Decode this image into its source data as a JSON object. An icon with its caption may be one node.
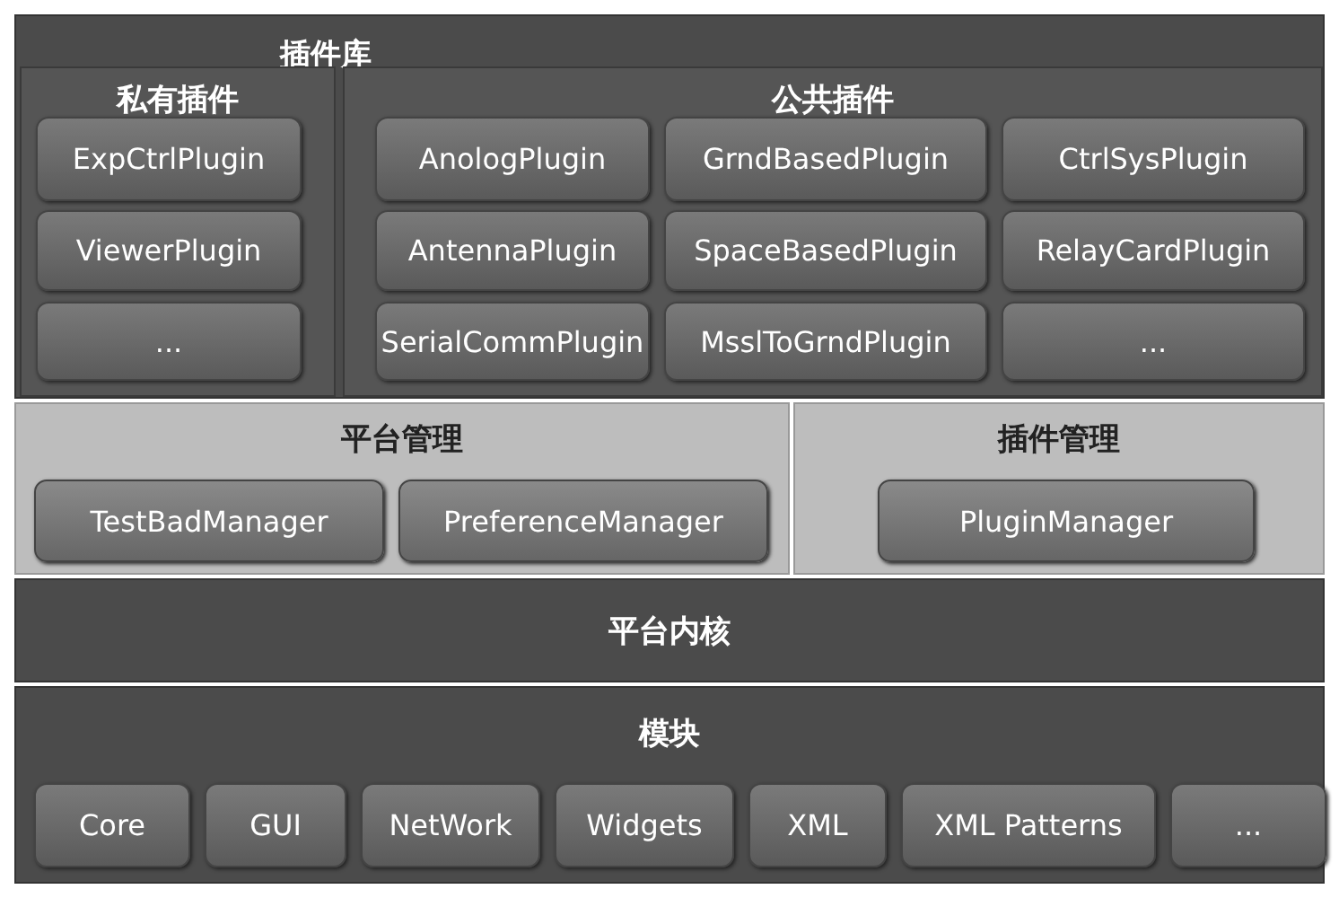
{
  "diagram": {
    "nodes": [
      {
        "text": [
          "插件库"
        ]
      },
      {
        "text": [
          "私有插件"
        ],
        "in": 0
      },
      {
        "text": [
          "ExpCtrlPlugin"
        ],
        "in": 1
      },
      {
        "text": [
          "ViewerPlugin"
        ],
        "in": 1
      },
      {
        "text": [
          "..."
        ],
        "in": 1
      },
      {
        "text": [
          "公共插件"
        ],
        "in": 0
      },
      {
        "text": [
          "AnologPlugin"
        ],
        "in": 5
      },
      {
        "text": [
          "GrndBasedPlugin"
        ],
        "in": 5
      },
      {
        "text": [
          "CtrlSysPlugin"
        ],
        "in": 5
      },
      {
        "text": [
          "AntennaPlugin"
        ],
        "in": 5
      },
      {
        "text": [
          "SpaceBasedPlugin"
        ],
        "in": 5
      },
      {
        "text": [
          "RelayCardPlugin"
        ],
        "in": 5
      },
      {
        "text": [
          "SerialCommPlugin"
        ],
        "in": 5
      },
      {
        "text": [
          "MsslToGrndPlugin"
        ],
        "in": 5
      },
      {
        "text": [
          "..."
        ],
        "in": 5
      },
      {
        "text": [
          "平台管理"
        ]
      },
      {
        "text": [
          "TestBadManager"
        ],
        "in": 15
      },
      {
        "text": [
          "PreferenceManager"
        ],
        "in": 15
      },
      {
        "text": [
          "插件管理"
        ]
      },
      {
        "text": [
          "PluginManager"
        ],
        "in": 18
      },
      {
        "text": [
          "平台内核"
        ]
      },
      {
        "text": [
          "模块"
        ]
      },
      {
        "text": [
          "Core"
        ],
        "in": 21
      },
      {
        "text": [
          "GUI"
        ],
        "in": 21
      },
      {
        "text": [
          "NetWork"
        ],
        "in": 21
      },
      {
        "text": [
          "Widgets"
        ],
        "in": 21
      },
      {
        "text": [
          "XML"
        ],
        "in": 21
      },
      {
        "text": [
          "XML Patterns"
        ],
        "in": 21
      },
      {
        "text": [
          "..."
        ],
        "in": 21
      }
    ],
    "edges": []
  }
}
